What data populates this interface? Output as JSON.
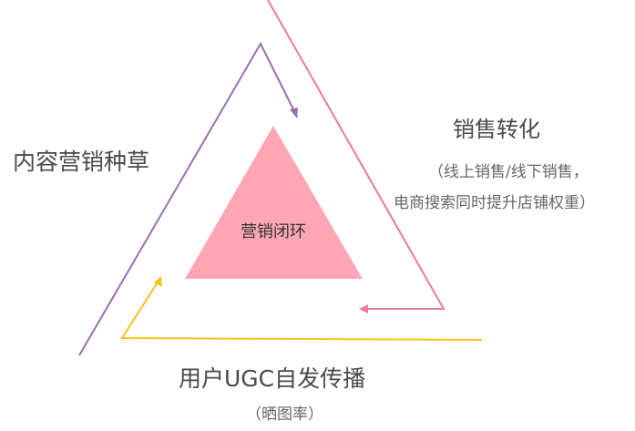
{
  "diagram": {
    "center": "营销闭环",
    "left": {
      "title": "内容营销种草",
      "color": "#9b6fb0"
    },
    "right": {
      "title": "销售转化",
      "subtitle_line1": "（线上销售/线下销售，",
      "subtitle_line2": "电商搜索同时提升店铺权重）",
      "color": "#ef7a9a"
    },
    "bottom": {
      "title": "用户UGC自发传播",
      "subtitle": "（晒图率）",
      "color": "#f5c31a"
    },
    "center_fill": "#ffa6b5"
  }
}
